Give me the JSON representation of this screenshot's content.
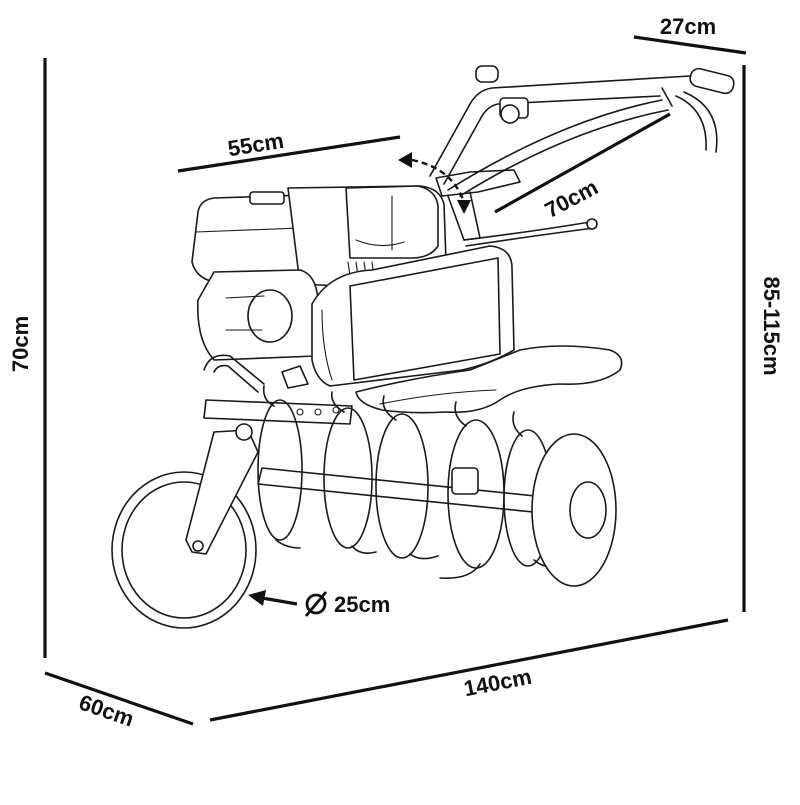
{
  "dimensions": {
    "handle_width": "27cm",
    "engine_length": "55cm",
    "handle_length": "70cm",
    "total_height": "70cm",
    "handle_height": "85-115cm",
    "wheel_diameter": "25cm",
    "total_length": "140cm",
    "depth": "60cm"
  },
  "icons": {
    "diameter": "diameter-symbol",
    "height_adjust": "curved-double-arrow"
  },
  "colors": {
    "ink": "#111111",
    "background": "#ffffff"
  }
}
